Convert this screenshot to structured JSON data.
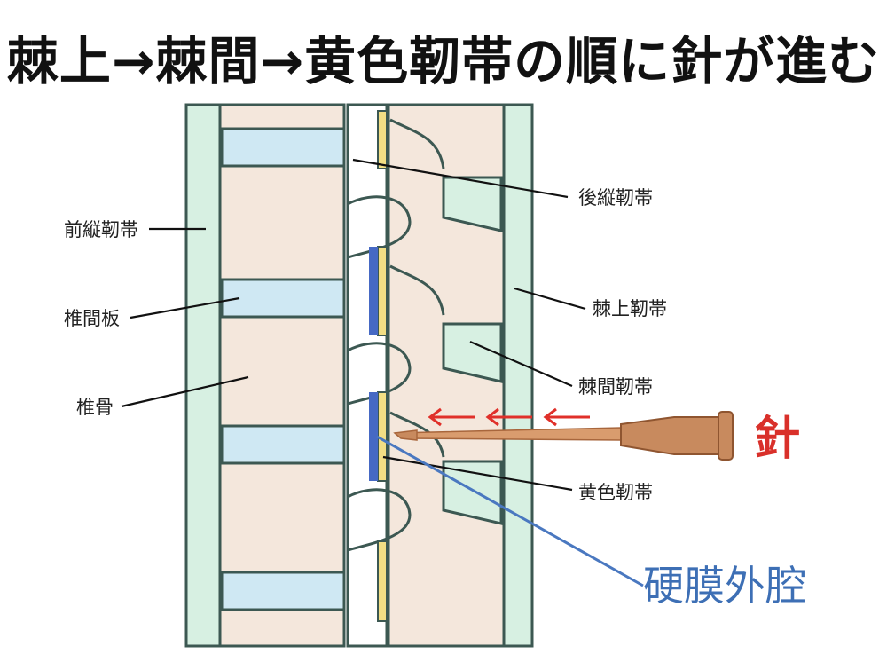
{
  "title": "棘上→棘間→黄色靭帯の順に針が進む",
  "labels": {
    "posterior_longitudinal": "後縦靭帯",
    "anterior_longitudinal": "前縦靭帯",
    "intervertebral_disc": "椎間板",
    "supraspinous": "棘上靭帯",
    "vertebra": "椎骨",
    "interspinous": "棘間靭帯",
    "ligamentum_flavum": "黄色靭帯",
    "needle": "針",
    "epidural_space": "硬膜外腔"
  },
  "colors": {
    "needle_label": "#d9302a",
    "arrows": "#e0302a",
    "epidural_label": "#3d6fb5",
    "epidural_line": "#4a78c0",
    "bone": "#f4e7dc",
    "disc": "#cfe8f3",
    "ligament": "#d7f0e2",
    "outline": "#3c5852",
    "flavum": "#f2de84",
    "epidural": "#4669c4",
    "needle": "#c88a5e"
  },
  "icons": [
    "needle-icon",
    "direction-arrow-icon"
  ]
}
